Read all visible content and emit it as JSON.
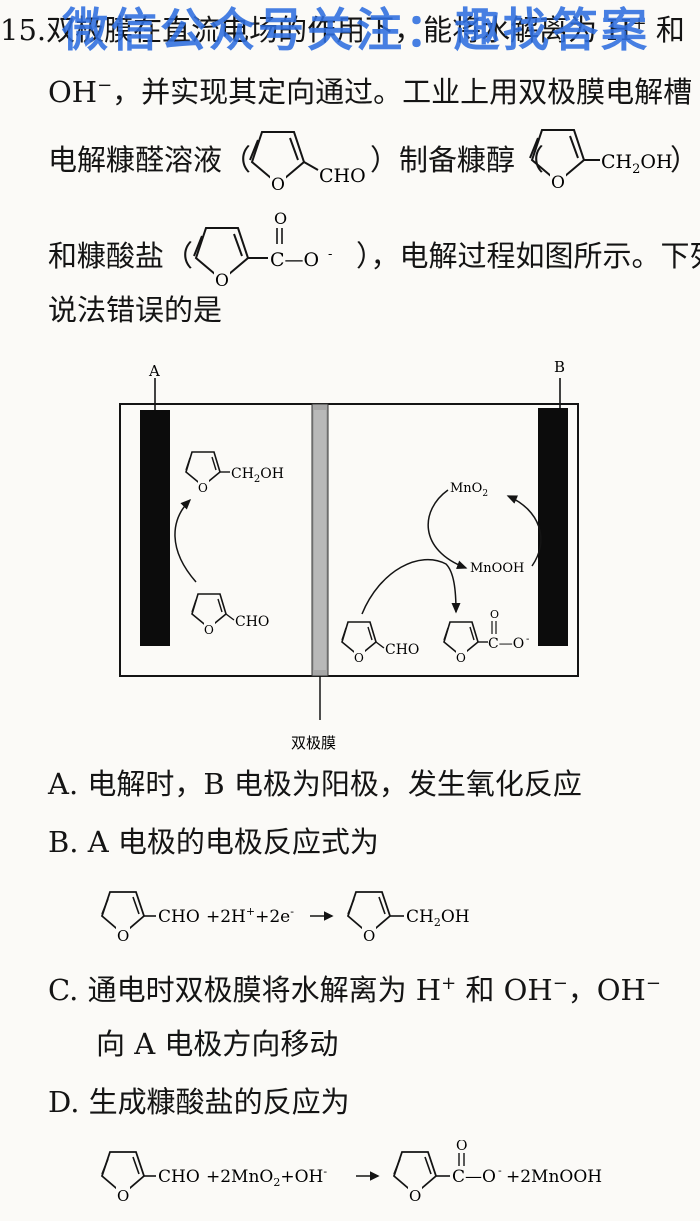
{
  "question": {
    "number": "15.",
    "line1_text": "双极膜在直流电场的作用下，能将水解离为 H",
    "line1_sup": "+",
    "line1_end": " 和",
    "line2_oh": "OH",
    "line2_sup": "−",
    "line2_text": "，并实现其定向通过。工业上用双极膜电解槽",
    "line3_pre": "电解糠醛溶液（",
    "line3_mid": "）制备糠醇（",
    "line3_end": "）",
    "line4_pre": "和糠酸盐（",
    "line4_end": "），电解过程如图所示。下列",
    "line5": "说法错误的是"
  },
  "watermark": "微信公众号关注：趣找答案",
  "chem": {
    "cho": "CHO",
    "ch2oh_main": "CH",
    "ch2oh_sub": "2",
    "ch2oh_tail": "OH",
    "ring_o": "O",
    "carbonyl_o": "O",
    "carboxylate": "C—O",
    "minus": "-"
  },
  "diagram": {
    "label_a": "A",
    "label_b": "B",
    "membrane_label": "双极膜",
    "mno2_main": "MnO",
    "mno2_sub": "2",
    "mnooh": "MnOOH"
  },
  "options": {
    "a": "A. 电解时，B 电极为阳极，发生氧化反应",
    "b": "B. A 电极的电极反应式为",
    "b_eq_mid": "+2H",
    "b_eq_sup": "+",
    "b_eq_end": "+2e",
    "b_eq_e_sup": "-",
    "c_line1_pre": "C. 通电时双极膜将水解离为 H",
    "c_sup1": "+",
    "c_line1_mid": " 和 OH",
    "c_sup2": "−",
    "c_line1_comma": "，OH",
    "c_sup3": "−",
    "c_line2": "向 A 电极方向移动",
    "d": "D. 生成糠酸盐的反应为",
    "d_eq_mid": "+2MnO",
    "d_eq_sub": "2",
    "d_eq_oh": "+OH",
    "d_eq_oh_sup": "-",
    "d_eq_tail": "+2MnOOH"
  }
}
